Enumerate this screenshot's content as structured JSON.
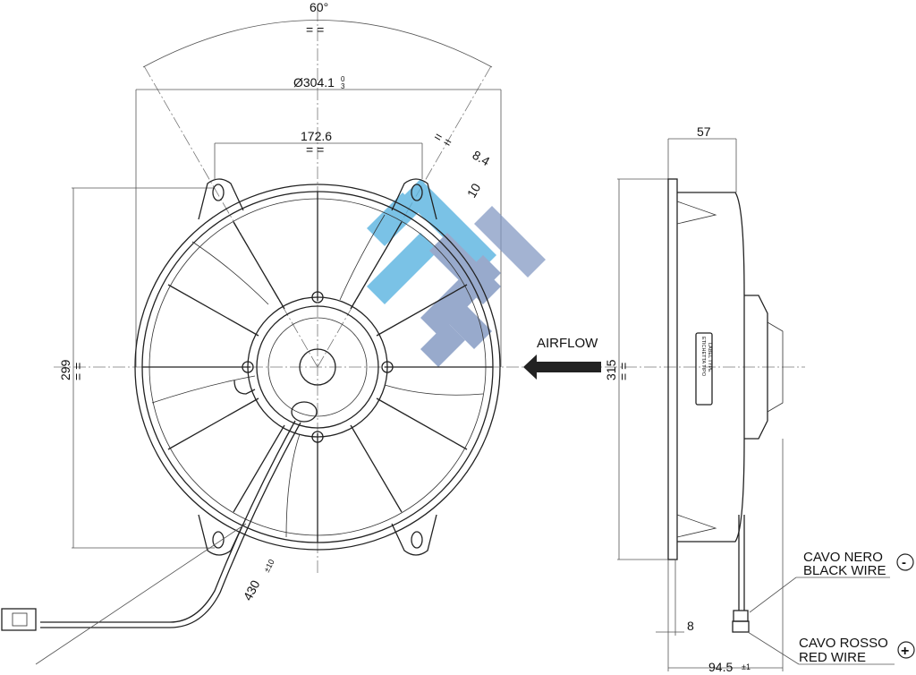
{
  "dimensions": {
    "angle": "60°",
    "diameter": "Ø304.1",
    "diameter_tol_upper": "0",
    "diameter_tol_lower": "3",
    "hole_spacing": "172.6",
    "tab_width": "8.4",
    "tab_length": "10",
    "height_front": "299",
    "height_side": "315",
    "depth_top": "57",
    "depth_flange": "8",
    "depth_total": "94.5",
    "depth_total_tol": "±1",
    "cable_length": "430",
    "cable_length_tol": "±10",
    "equal_mark": "= ="
  },
  "airflow_label": "AIRFLOW",
  "label_plate": {
    "line1": "ETICHETTA TIPO",
    "line2": "LABEL TYPE"
  },
  "wires": {
    "black_it": "CAVO NERO",
    "black_en": "BLACK WIRE",
    "black_sign": "-",
    "red_it": "CAVO ROSSO",
    "red_en": "RED WIRE",
    "red_sign": "+"
  },
  "colors": {
    "watermark_light": "#5ab4e0",
    "watermark_dark": "#7f95c0"
  }
}
